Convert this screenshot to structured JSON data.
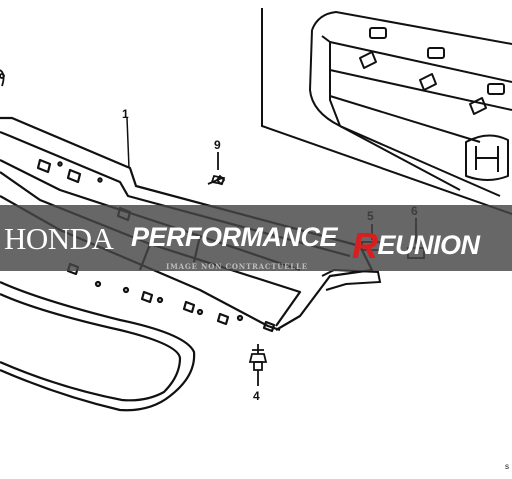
{
  "diagram": {
    "callouts": [
      "1",
      "9",
      "5",
      "6",
      "4"
    ],
    "corner_code": "s"
  },
  "watermark": {
    "brand_honda": "HONDA",
    "brand_performance": "PERFORMANCE",
    "brand_reunion_initial": "R",
    "brand_reunion_rest": "EUNION",
    "disclaimer": "IMAGE NON CONTRACTUELLE",
    "banner_color": "#4a4a4a",
    "accent_color": "#d81e1e"
  }
}
